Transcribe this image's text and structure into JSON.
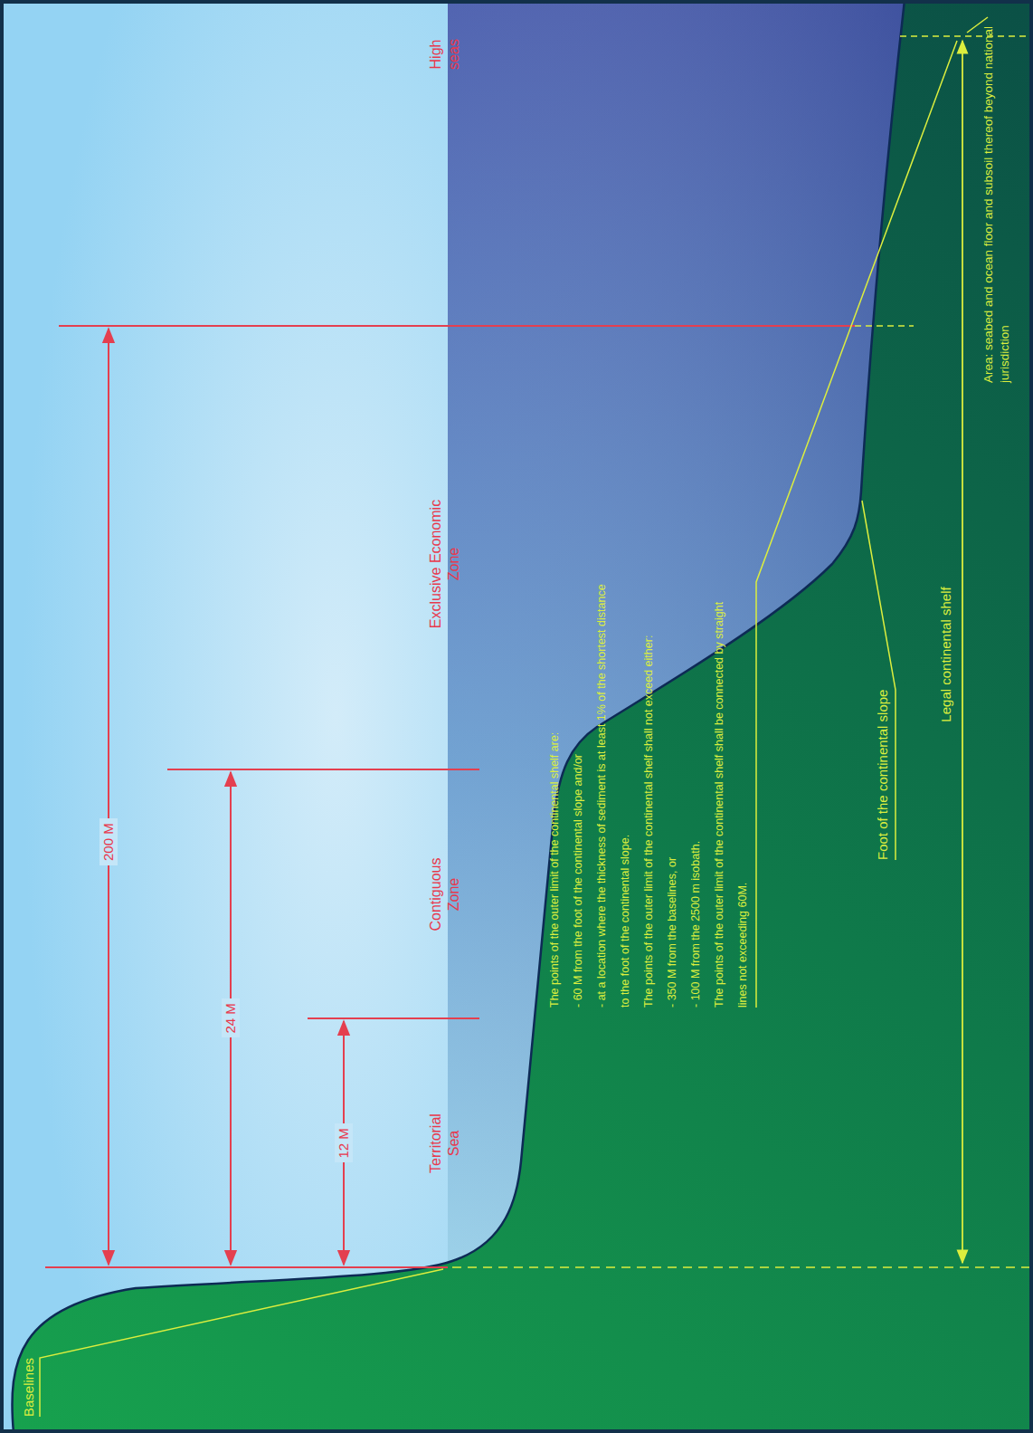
{
  "diagram": {
    "labels": [
      "Territorial Sea",
      "Contiguous Zone",
      "Exclusive Economic Zone",
      "High seas",
      "200 M",
      "24 M",
      "12 M",
      "Baselines",
      "The points of the outer limit of the continental shelf are:",
      "- 60 M from the foot of the continental slope and/or",
      "- at a location where the thickness of sediment is at least 1% of the shortest distance to the foot of the continental slope.",
      "The points of the outer limit of the continental shelf shall not exceed either:",
      "- 350 M from the baselines, or",
      "- 100 M from the 2500 m isobath.",
      "The points of the outer limit of the continental shelf shall be connected by straight lines not exceeding 60M.",
      "Foot of the continental slope",
      "Legal continental shelf",
      "Area: seabed and ocean floor and subsoil thereof beyond national jurisdiction"
    ]
  }
}
